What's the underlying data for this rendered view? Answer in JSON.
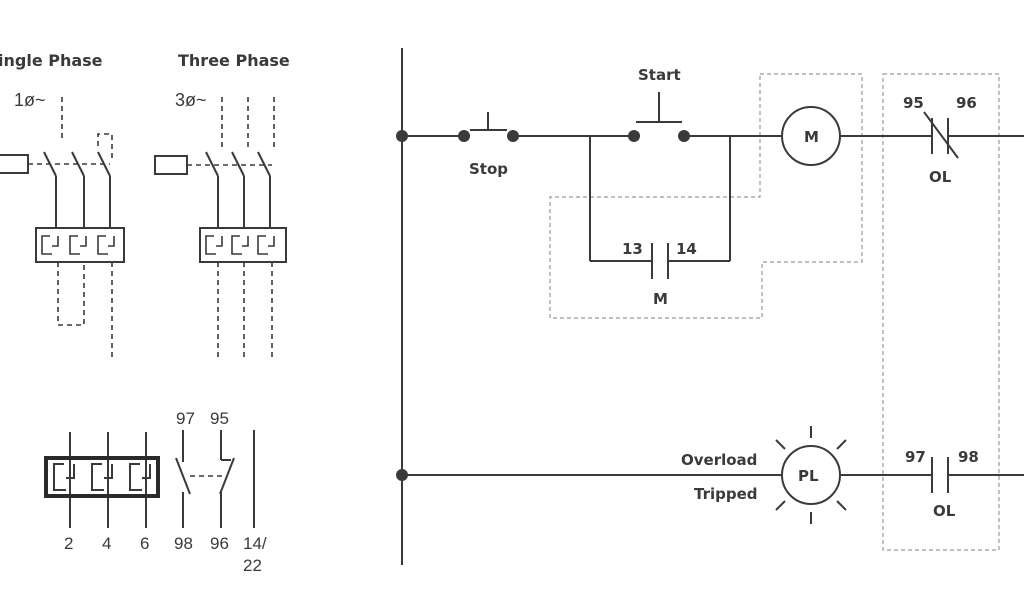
{
  "left_panel": {
    "single_phase_title": "ingle Phase",
    "three_phase_title": "Three Phase",
    "single_phase_symbol": "1ø~",
    "three_phase_symbol": "3ø~",
    "aux_contact_top": [
      "97",
      "95"
    ],
    "terminal_bottom": [
      "2",
      "4",
      "6",
      "98",
      "96",
      "14/",
      "22"
    ]
  },
  "ladder": {
    "stop_label": "Stop",
    "start_label": "Start",
    "motor_label": "M",
    "holding_contact_left": "13",
    "holding_contact_right": "14",
    "holding_contact_name": "M",
    "ol_nc_left": "95",
    "ol_nc_right": "96",
    "ol_nc_name": "OL",
    "pilot_label_line1": "Overload",
    "pilot_label_line2": "Tripped",
    "pilot_light": "PL",
    "ol_no_left": "97",
    "ol_no_right": "98",
    "ol_no_name": "OL"
  }
}
